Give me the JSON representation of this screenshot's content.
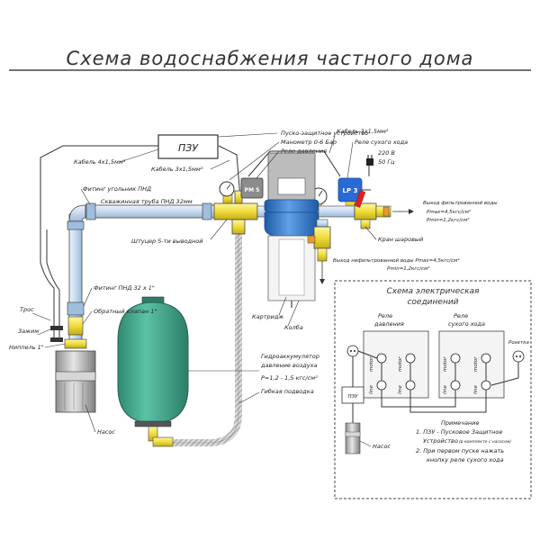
{
  "title": "Схема водоснабжения частного дома",
  "device_labels": {
    "pzu_box": "ПЗУ",
    "pm5": "PM 5",
    "lp3": "LP 3"
  },
  "labels": {
    "pusko_zashitnoe": "Пуско-защитное устройство",
    "manometr": "Манометр 0-6 Бар",
    "rele_davleniya": "Реле давления",
    "kabel_3x15_top": "Кабель 3х1,5мм²",
    "rele_suhogo_hoda": "Реле сухого хода",
    "v220": "220 В",
    "hz50": "50 Гц",
    "kabel_4x15": "Кабель 4х1,5мм²",
    "kabel_3x15": "Кабель 3х1,5мм²",
    "fiting_ugolnik": "Фитинг угольник ПНД",
    "skvazhinnaya_truba": "Скважинная труба ПНД 32мм",
    "shtucer": "Штуцер 5-ти выводной",
    "vyhod_filtr": "Выход фильтрованной воды",
    "p_vyhod_filtr_1": "Pmax=4,5кгс/см²",
    "p_vyhod_filtr_2": "Pmin=1,2кгс/см²",
    "kran_sharovoy": "Кран шаровый",
    "vyhod_nefiltr": "Выход нефильтрованной воды Pmax=4,5кгс/см²",
    "p_vyhod_nefiltr": "Pmin=1,2кгс/см²",
    "fiting_pnd": "Фитинг ПНД 32 х 1\"",
    "obratny_klapan": "Обратный клапан 1\"",
    "tros": "Трос",
    "zazhim": "Зажим",
    "nippel": "Ниппель 1\"",
    "kartridzh": "Картридж",
    "kolba": "Колба",
    "gidroakkumulyator": "Гидроаккумулятор",
    "davlenie_vozduha": "давление воздуха",
    "p_vozduha": "P=1,2 - 1,5 кгс/см²",
    "gibkaya_podvodka": "Гибкая подводка",
    "nasos": "Насос"
  },
  "electrical": {
    "title_line1": "Схема электрическая",
    "title_line2": "соединений",
    "rele_davleniya_1": "Реле",
    "rele_davleniya_2": "давления",
    "rele_suhogo_1": "Реле",
    "rele_suhogo_2": "сухого хода",
    "rozetka": "Розетка",
    "motor1": "motor",
    "line1": "line",
    "motor2": "motor",
    "line2": "line",
    "pzu": "ПЗУ",
    "nasos": "Насос",
    "note_title": "Примечание",
    "note1": "1. ПЗУ - Пусковое Защитное",
    "note1b": "Устройство",
    "note1c": "(в комплекте с насосом)",
    "note2": "2. При первом пуске нажать",
    "note2b": "кнопку реле сухого хода"
  },
  "colors": {
    "pipe_blue": "#c6d9ee",
    "brass": "#f0dc3a",
    "accumulator": "#3aa187",
    "filter_blue": "#2e74c8",
    "pump_gray": "#b8b8b8",
    "relay_gray": "#8c8c8c",
    "lp3_blue": "#2a6ad6",
    "orange": "#e89a2a"
  }
}
